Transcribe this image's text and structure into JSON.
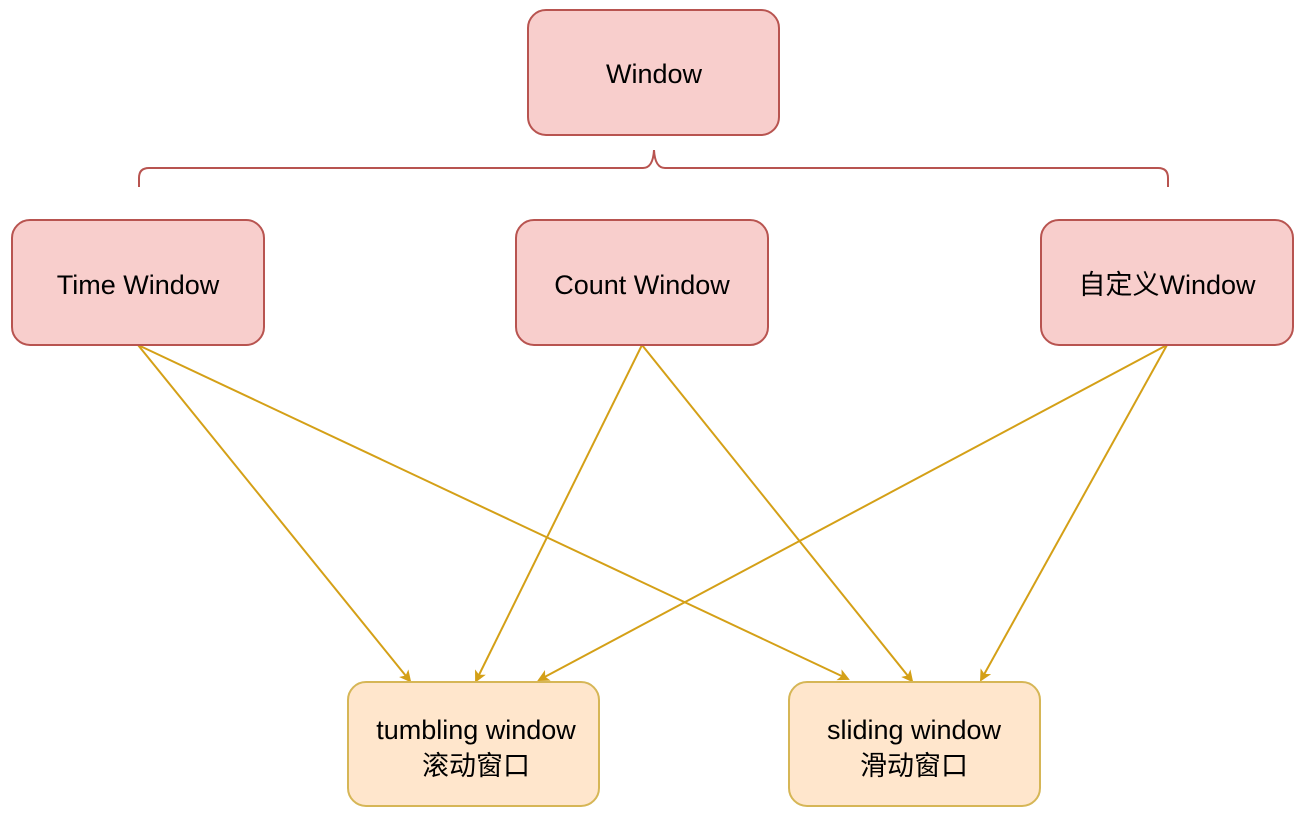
{
  "colors": {
    "red_fill": "#f8cecc",
    "red_stroke": "#b85450",
    "orange_fill": "#ffe6cc",
    "orange_stroke": "#d6b656",
    "arrow": "#d4a017",
    "brace": "#b85450"
  },
  "nodes": {
    "window": {
      "label": "Window"
    },
    "time_window": {
      "label": "Time Window"
    },
    "count_window": {
      "label": "Count Window"
    },
    "custom_window": {
      "label": "自定义Window"
    },
    "tumbling_window": {
      "line1": "tumbling window",
      "line2": "滚动窗口"
    },
    "sliding_window": {
      "line1": "sliding window",
      "line2": "滑动窗口"
    }
  },
  "edges": [
    {
      "from": "time_window",
      "to": "tumbling_window"
    },
    {
      "from": "time_window",
      "to": "sliding_window"
    },
    {
      "from": "count_window",
      "to": "tumbling_window"
    },
    {
      "from": "count_window",
      "to": "sliding_window"
    },
    {
      "from": "custom_window",
      "to": "tumbling_window"
    },
    {
      "from": "custom_window",
      "to": "sliding_window"
    }
  ]
}
